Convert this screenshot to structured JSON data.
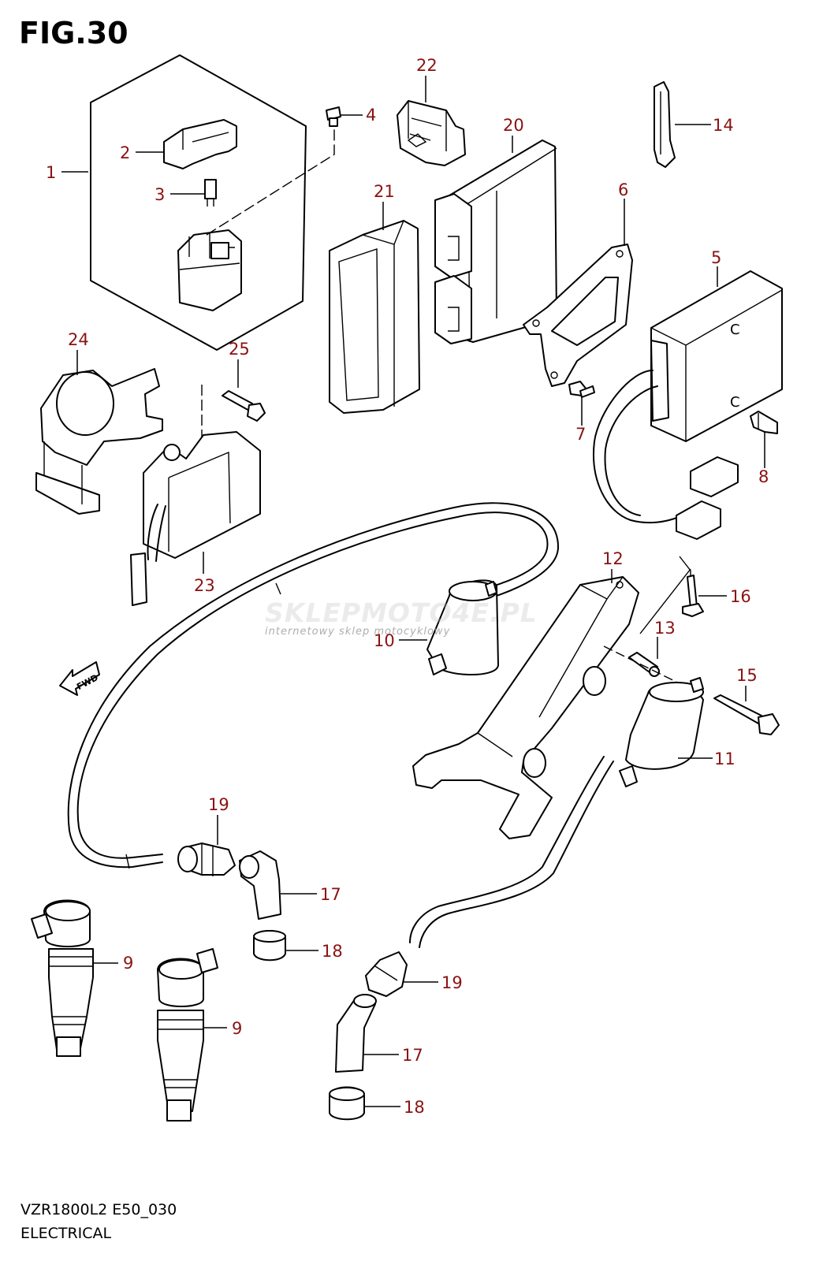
{
  "figure": {
    "title": "FIG.30"
  },
  "footer": {
    "model_code": "VZR1800L2 E50_030",
    "section": "ELECTRICAL"
  },
  "watermark": {
    "name": "SKLEPMOTO4E.PL",
    "tagline": "internetowy sklep motocyklowy"
  },
  "direction_arrow": "FWD",
  "colors": {
    "callout": "#8a1212",
    "line": "#000000",
    "watermark": "#c0c0c0",
    "watermark_accent": "#e03030"
  },
  "callouts": [
    {
      "id": "c1",
      "label": "1"
    },
    {
      "id": "c2",
      "label": "2"
    },
    {
      "id": "c3",
      "label": "3"
    },
    {
      "id": "c4",
      "label": "4"
    },
    {
      "id": "c5",
      "label": "5"
    },
    {
      "id": "c6",
      "label": "6"
    },
    {
      "id": "c7",
      "label": "7"
    },
    {
      "id": "c8",
      "label": "8"
    },
    {
      "id": "c9a",
      "label": "9"
    },
    {
      "id": "c9b",
      "label": "9"
    },
    {
      "id": "c10",
      "label": "10"
    },
    {
      "id": "c11",
      "label": "11"
    },
    {
      "id": "c12",
      "label": "12"
    },
    {
      "id": "c13",
      "label": "13"
    },
    {
      "id": "c14",
      "label": "14"
    },
    {
      "id": "c15",
      "label": "15"
    },
    {
      "id": "c16",
      "label": "16"
    },
    {
      "id": "c17a",
      "label": "17"
    },
    {
      "id": "c17b",
      "label": "17"
    },
    {
      "id": "c18a",
      "label": "18"
    },
    {
      "id": "c18b",
      "label": "18"
    },
    {
      "id": "c19a",
      "label": "19"
    },
    {
      "id": "c19b",
      "label": "19"
    },
    {
      "id": "c20",
      "label": "20"
    },
    {
      "id": "c21",
      "label": "21"
    },
    {
      "id": "c22",
      "label": "22"
    },
    {
      "id": "c23",
      "label": "23"
    },
    {
      "id": "c24",
      "label": "24"
    },
    {
      "id": "c25",
      "label": "25"
    }
  ]
}
